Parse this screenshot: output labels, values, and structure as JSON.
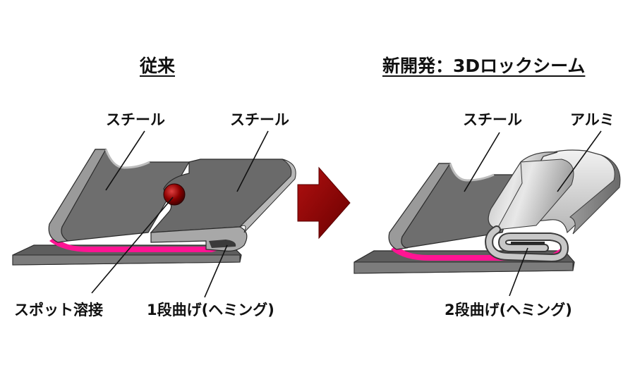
{
  "titles": {
    "conventional": "従来",
    "new_dev": "新開発：3Dロックシーム"
  },
  "left": {
    "steel_1": "スチール",
    "steel_2": "スチール",
    "spot_weld": "スポット溶接",
    "hem_1": "1段曲げ(ヘミング)"
  },
  "right": {
    "steel": "スチール",
    "aluminum": "アルミ",
    "hem_2": "2段曲げ(ヘミング)"
  },
  "colors": {
    "steel": "#6e6e6e",
    "steel_edge": "#cfcfcf",
    "steel_dark": "#3a3a3a",
    "aluminum": "#c8c8c8",
    "adhesive": "#ff1493",
    "weld": "#8b0000",
    "arrow": "#8b0000"
  }
}
